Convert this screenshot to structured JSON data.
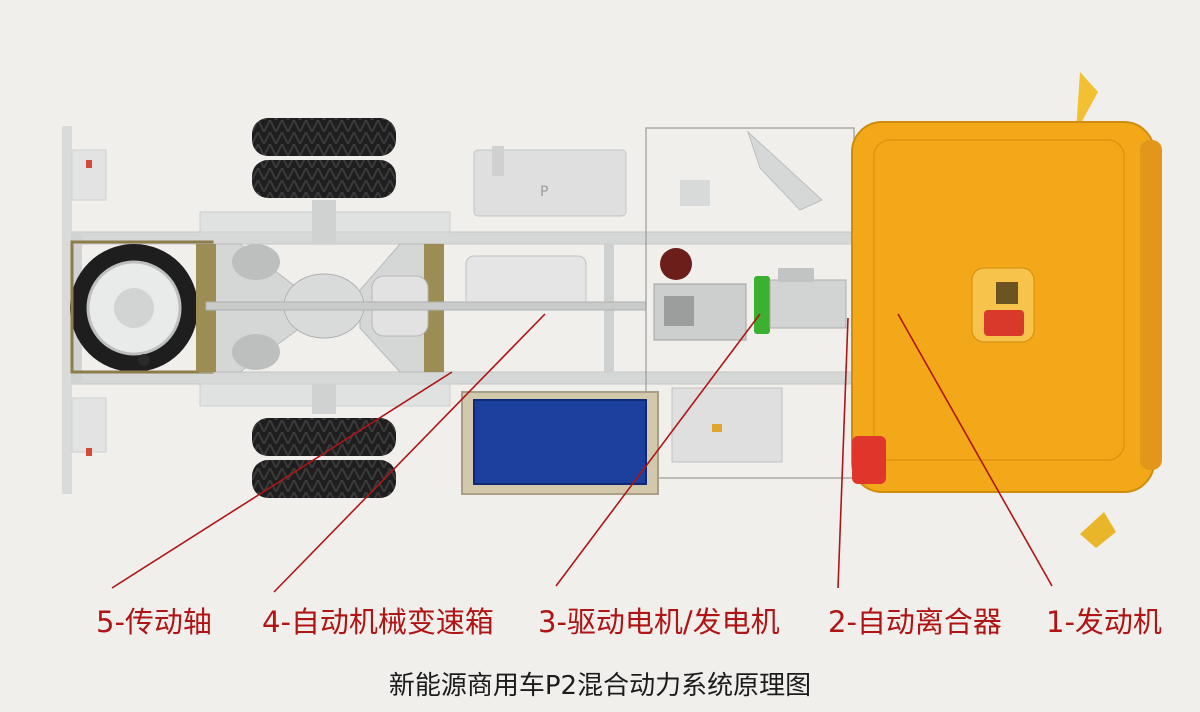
{
  "title": "新能源商用车P2混合动力系统原理图",
  "labels": [
    {
      "id": "driveshaft",
      "text": "5-传动轴"
    },
    {
      "id": "amt",
      "text": "4-自动机械变速箱"
    },
    {
      "id": "motor",
      "text": "3-驱动电机/发电机"
    },
    {
      "id": "clutch",
      "text": "2-自动离合器"
    },
    {
      "id": "engine",
      "text": "1-发动机"
    }
  ],
  "colors": {
    "background": "#f1efec",
    "frame": "#d7dad9",
    "cab": "#f2a818",
    "battery": "#1d3f9e",
    "motor_highlight": "#3cb031",
    "tire": "#1e1e1e",
    "leader_line": "#b01515",
    "label_text": "#b01515"
  }
}
